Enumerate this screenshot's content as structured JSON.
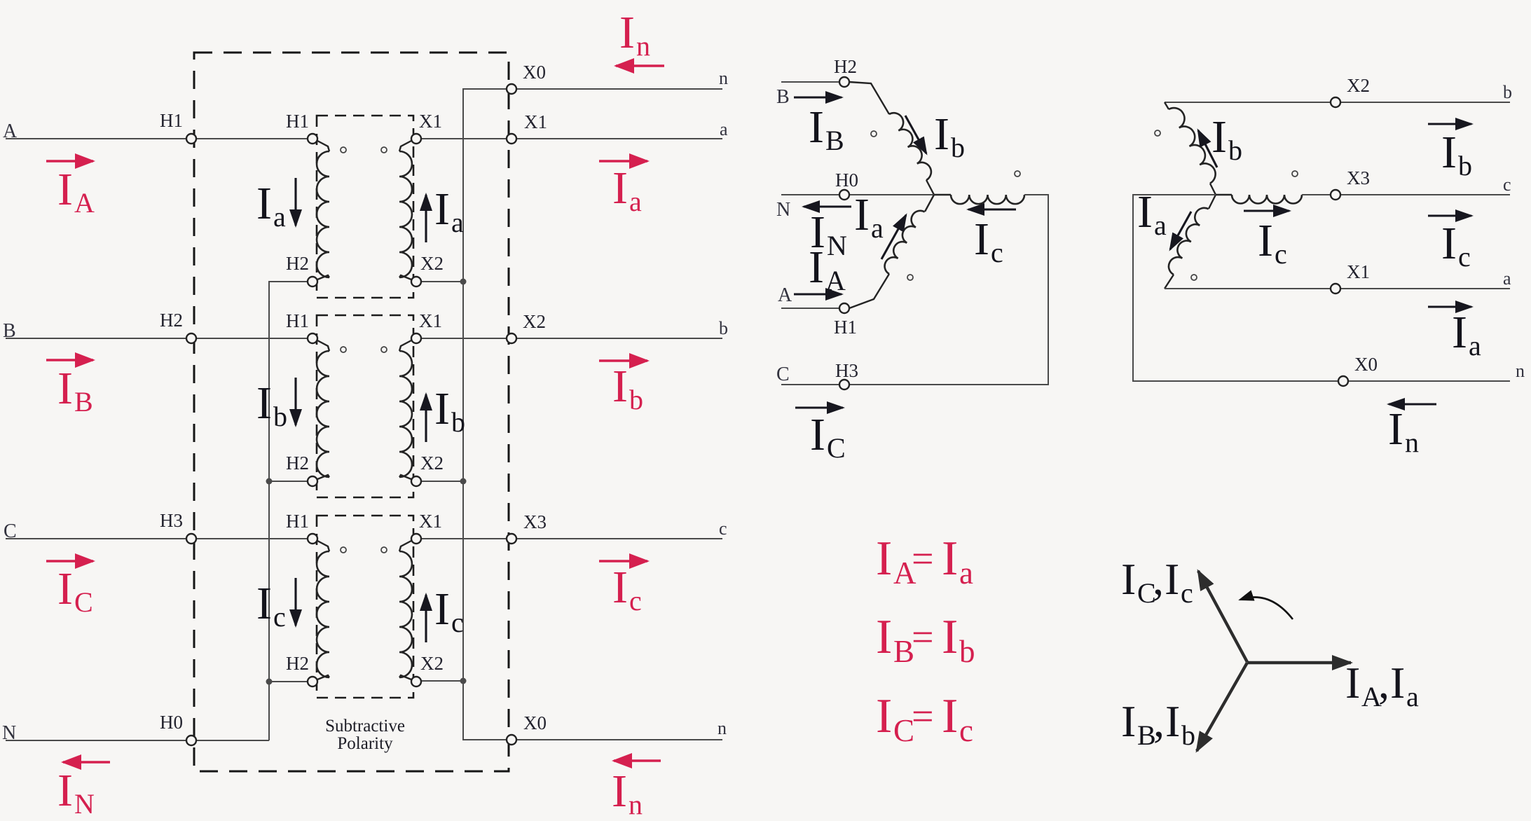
{
  "colors": {
    "accent": "#d5204f",
    "ink": "#17171f",
    "wire": "#4a4a4a",
    "background": "#f7f6f4"
  },
  "left": {
    "caption": {
      "line1": "Subtractive",
      "line2": "Polarity"
    },
    "primary_phases": [
      {
        "letter": "A",
        "terminal": "H1",
        "cur": "I",
        "sub": "A"
      },
      {
        "letter": "B",
        "terminal": "H2",
        "cur": "I",
        "sub": "B"
      },
      {
        "letter": "C",
        "terminal": "H3",
        "cur": "I",
        "sub": "C"
      },
      {
        "letter": "N",
        "terminal": "H0",
        "cur": "I",
        "sub": "N"
      }
    ],
    "secondary_rows": [
      {
        "terminal": "X0",
        "letter": "n",
        "cur": "I",
        "sub": "n"
      },
      {
        "terminal": "X1",
        "letter": "a",
        "cur": "I",
        "sub": "a"
      },
      {
        "terminal": "X2",
        "letter": "b",
        "cur": "I",
        "sub": "b"
      },
      {
        "terminal": "X3",
        "letter": "c",
        "cur": "I",
        "sub": "c"
      },
      {
        "terminal": "X0",
        "letter": "n",
        "cur": "I",
        "sub": "n"
      }
    ],
    "transformers": [
      {
        "h1": "H1",
        "x1": "X1",
        "h2": "H2",
        "x2": "X2",
        "cur": "I",
        "sub": "a"
      },
      {
        "h1": "H1",
        "x1": "X1",
        "h2": "H2",
        "x2": "X2",
        "cur": "I",
        "sub": "b"
      },
      {
        "h1": "H1",
        "x1": "X1",
        "h2": "H2",
        "x2": "X2",
        "cur": "I",
        "sub": "c"
      }
    ]
  },
  "middle": {
    "rows": [
      {
        "letter": "B",
        "terminal": "H2",
        "cur": "I",
        "sub": "B"
      },
      {
        "letter": "N",
        "terminal": "H0",
        "cur": "I",
        "sub": "N"
      },
      {
        "letter": "A",
        "terminal": "H1",
        "cur": "I",
        "sub": "A"
      },
      {
        "letter": "C",
        "terminal": "H3",
        "cur": "I",
        "sub": "C"
      }
    ],
    "extra_line_current": {
      "cur": "I",
      "sub": "A"
    },
    "windings": [
      {
        "cur": "I",
        "sub": "b"
      },
      {
        "cur": "I",
        "sub": "a"
      },
      {
        "cur": "I",
        "sub": "c"
      }
    ]
  },
  "right": {
    "rows": [
      {
        "terminal": "X2",
        "letter": "b"
      },
      {
        "terminal": "X3",
        "letter": "c"
      },
      {
        "terminal": "X1",
        "letter": "a"
      },
      {
        "terminal": "X0",
        "letter": "n"
      }
    ],
    "windings": [
      {
        "cur": "I",
        "sub": "b"
      },
      {
        "cur": "I",
        "sub": "a"
      },
      {
        "cur": "I",
        "sub": "c"
      }
    ],
    "line_currents": [
      {
        "cur": "I",
        "sub": "b"
      },
      {
        "cur": "I",
        "sub": "c"
      },
      {
        "cur": "I",
        "sub": "a"
      },
      {
        "cur": "I",
        "sub": "n"
      }
    ]
  },
  "equations": [
    {
      "lhs": "I",
      "lhs_sub": "A",
      "op": "=",
      "rhs": "I",
      "rhs_sub": "a"
    },
    {
      "lhs": "I",
      "lhs_sub": "B",
      "op": "=",
      "rhs": "I",
      "rhs_sub": "b"
    },
    {
      "lhs": "I",
      "lhs_sub": "C",
      "op": "=",
      "rhs": "I",
      "rhs_sub": "c"
    }
  ],
  "phasor": {
    "labels": [
      {
        "i1": "I",
        "s1": "C",
        "sep": ",",
        "i2": "I",
        "s2": "c"
      },
      {
        "i1": "I",
        "s1": "A",
        "sep": ",",
        "i2": "I",
        "s2": "a"
      },
      {
        "i1": "I",
        "s1": "B",
        "sep": ",",
        "i2": "I",
        "s2": "b"
      }
    ]
  }
}
